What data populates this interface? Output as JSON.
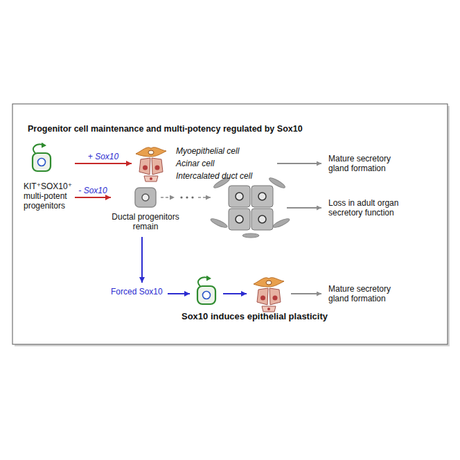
{
  "diagram": {
    "title": "Progenitor cell maintenance and multi-potency regulated by Sox10",
    "nodes": [
      {
        "text": [
          "KIT⁺SOX10⁺ multi-potent progenitors"
        ]
      },
      {
        "text": [
          "Myoepithelial cell",
          "Acinar cell",
          "Intercalated duct cell"
        ]
      },
      {
        "text": [
          "Ductal progenitors remain"
        ]
      }
    ],
    "edges": [
      {
        "from": 0,
        "to": 1,
        "label": "+ Sox10",
        "arrow": "to"
      },
      {
        "from": 0,
        "to": 2,
        "label": "- Sox10",
        "arrow": "to"
      }
    ],
    "labels": [
      "Mature secretory gland formation",
      "Loss in adult organ secretory function",
      "Forced Sox10",
      "Mature secretory gland formation",
      "Sox10 induces epithelial plasticity"
    ]
  }
}
